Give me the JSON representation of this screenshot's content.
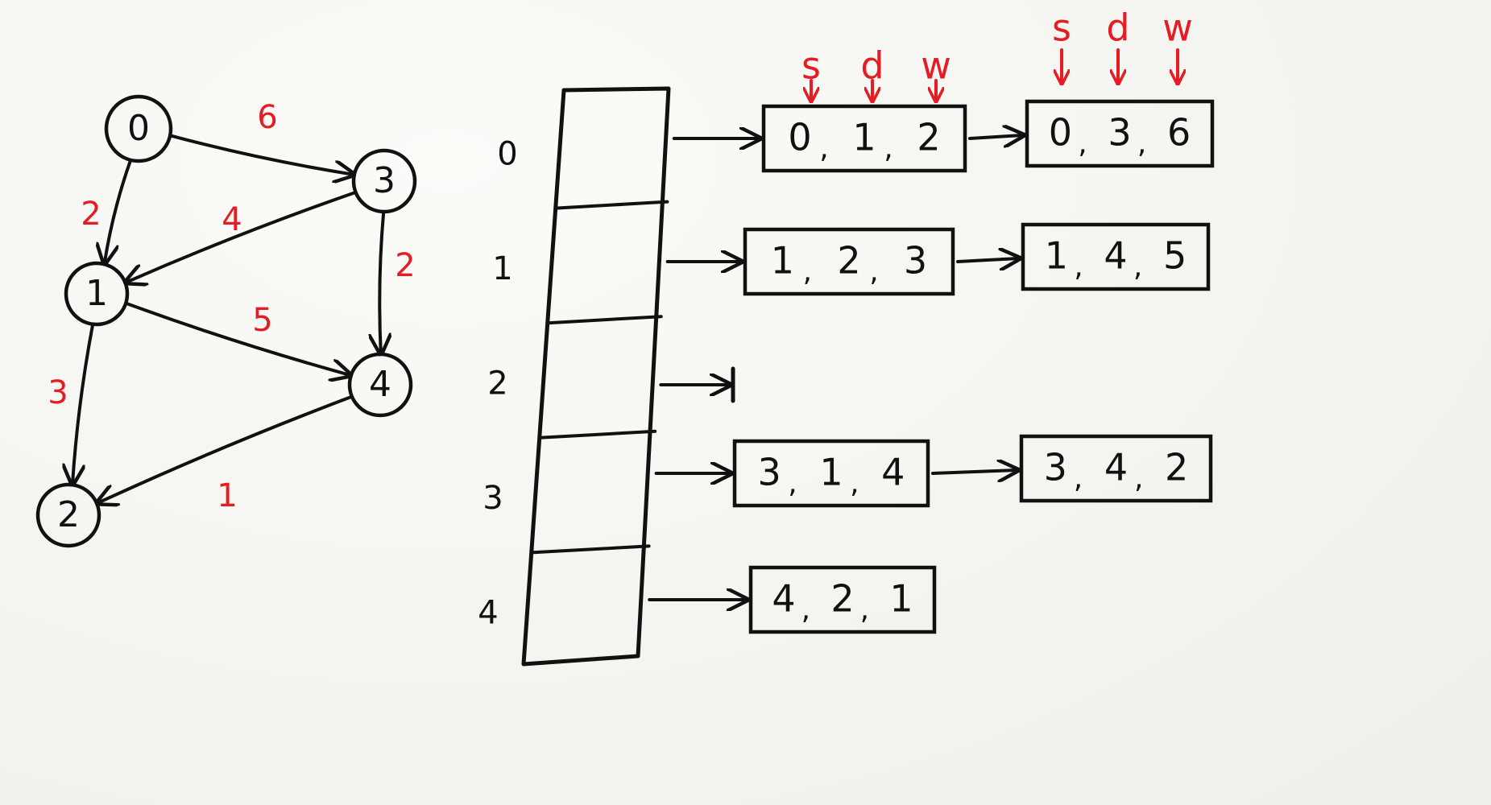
{
  "graph": {
    "nodes": [
      {
        "id": "0",
        "label": "0"
      },
      {
        "id": "1",
        "label": "1"
      },
      {
        "id": "2",
        "label": "2"
      },
      {
        "id": "3",
        "label": "3"
      },
      {
        "id": "4",
        "label": "4"
      }
    ],
    "edges": [
      {
        "from": "0",
        "to": "1",
        "weight": "2"
      },
      {
        "from": "0",
        "to": "3",
        "weight": "6"
      },
      {
        "from": "1",
        "to": "2",
        "weight": "3"
      },
      {
        "from": "1",
        "to": "4",
        "weight": "5"
      },
      {
        "from": "3",
        "to": "1",
        "weight": "4"
      },
      {
        "from": "3",
        "to": "4",
        "weight": "2"
      },
      {
        "from": "4",
        "to": "2",
        "weight": "1"
      }
    ]
  },
  "adjacency": {
    "field_labels": [
      "s",
      "d",
      "w"
    ],
    "rows": [
      {
        "index": "0",
        "nodes": [
          {
            "s": "0",
            "d": "1",
            "w": "2"
          },
          {
            "s": "0",
            "d": "3",
            "w": "6"
          }
        ]
      },
      {
        "index": "1",
        "nodes": [
          {
            "s": "1",
            "d": "2",
            "w": "3"
          },
          {
            "s": "1",
            "d": "4",
            "w": "5"
          }
        ]
      },
      {
        "index": "2",
        "nodes": []
      },
      {
        "index": "3",
        "nodes": [
          {
            "s": "3",
            "d": "1",
            "w": "4"
          },
          {
            "s": "3",
            "d": "4",
            "w": "2"
          }
        ]
      },
      {
        "index": "4",
        "nodes": [
          {
            "s": "4",
            "d": "2",
            "w": "1"
          }
        ]
      }
    ]
  },
  "colors": {
    "ink": "#111111",
    "annotation": "#e51c23",
    "paper": "#f4f4f1"
  }
}
